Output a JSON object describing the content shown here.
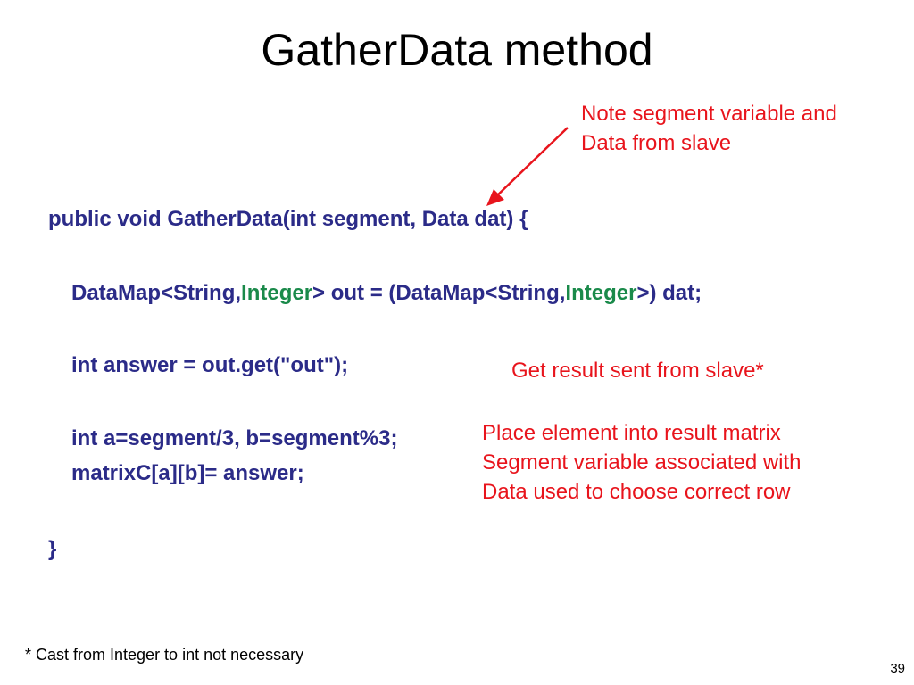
{
  "slide": {
    "title": "GatherData method",
    "code": {
      "line1": "public void GatherData(int segment, Data dat) {",
      "line2": {
        "p1": "DataMap<String,",
        "p2": "Integer",
        "p3": "> out = (DataMap<String,",
        "p4": "Integer",
        "p5": ">) dat;"
      },
      "line3": "int answer = out.get(\"out\");",
      "line4": "int a=segment/3, b=segment%3;",
      "line5": "matrixC[a][b]= answer;",
      "line6": "}"
    },
    "notes": {
      "segment_note": [
        "Note segment variable and",
        "Data from slave"
      ],
      "result_note": "Get result sent from slave*",
      "place_note": [
        "Place element into result matrix",
        "Segment variable associated with",
        "Data used to choose correct row"
      ]
    },
    "footnote": "* Cast from Integer to int not necessary",
    "page_number": "39"
  },
  "colors": {
    "code": "#2b2b88",
    "generic_type": "#1a8a4a",
    "annotation": "#e8141c"
  }
}
